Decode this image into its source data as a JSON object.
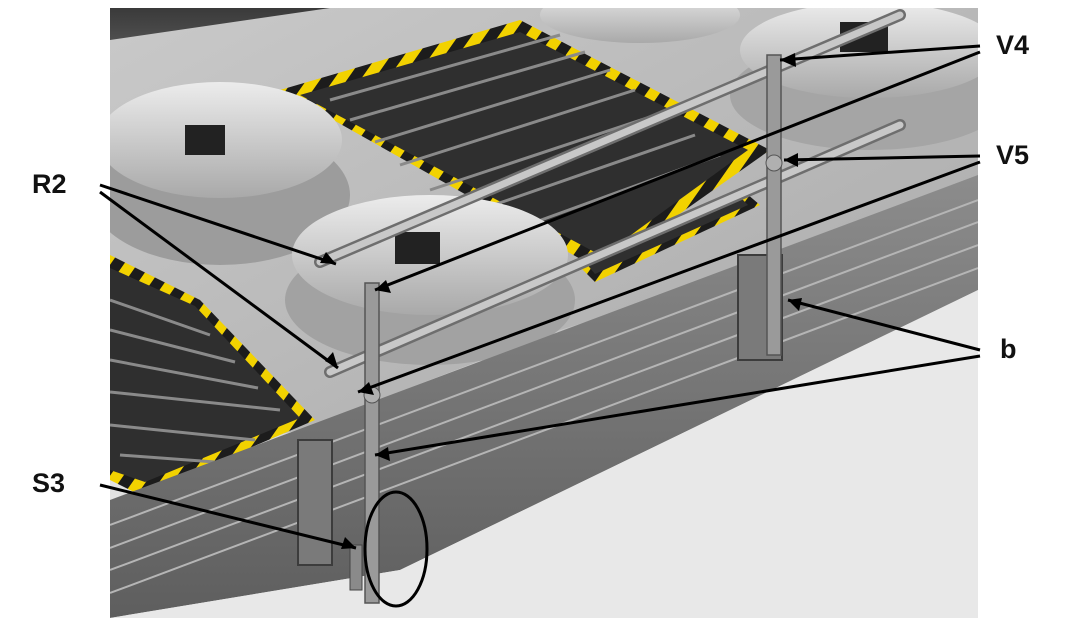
{
  "labels": {
    "v4": "V4",
    "v5": "V5",
    "r2": "R2",
    "b": "b",
    "s3": "S3"
  },
  "colors": {
    "background": "#ffffff",
    "hazard_yellow": "#f2d200",
    "hazard_black": "#1c1c1c",
    "panel_dark": "#2e2e2e",
    "deck_grey": "#bdbdbd",
    "rail_grey": "#a9a9a9",
    "leader": "#000000"
  },
  "icons": {
    "fan": "fan-shroud",
    "rail": "guard-rail",
    "post": "vertical-post",
    "bracket": "mounting-bracket",
    "detail": "ellipse-highlight"
  }
}
